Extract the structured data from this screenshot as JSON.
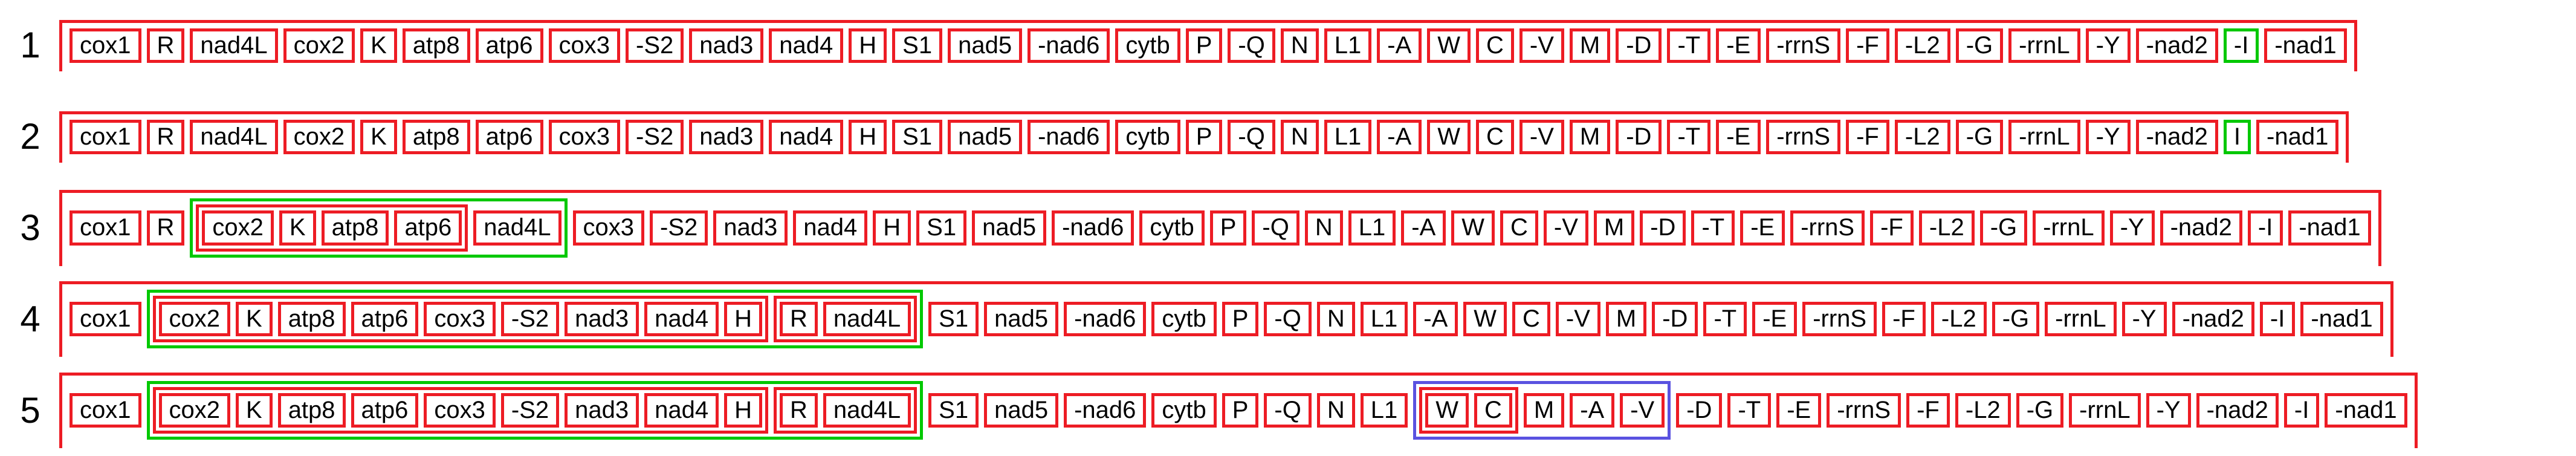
{
  "colors": {
    "gene_border_red": "#ed1c24",
    "highlight_green": "#00c800",
    "highlight_blue": "#5a52e0",
    "text": "#000000",
    "background": "#ffffff"
  },
  "figure": {
    "description_rows": 5,
    "rows": [
      {
        "label": "1",
        "genes": [
          {
            "t": "cox1"
          },
          {
            "t": "R"
          },
          {
            "t": "nad4L"
          },
          {
            "t": "cox2"
          },
          {
            "t": "K"
          },
          {
            "t": "atp8"
          },
          {
            "t": "atp6"
          },
          {
            "t": "cox3"
          },
          {
            "t": "-S2"
          },
          {
            "t": "nad3"
          },
          {
            "t": "nad4"
          },
          {
            "t": "H"
          },
          {
            "t": "S1"
          },
          {
            "t": "nad5"
          },
          {
            "t": "-nad6"
          },
          {
            "t": "cytb"
          },
          {
            "t": "P"
          },
          {
            "t": "-Q"
          },
          {
            "t": "N"
          },
          {
            "t": "L1"
          },
          {
            "t": "-A"
          },
          {
            "t": "W"
          },
          {
            "t": "C"
          },
          {
            "t": "-V"
          },
          {
            "t": "M"
          },
          {
            "t": "-D"
          },
          {
            "t": "-T"
          },
          {
            "t": "-E"
          },
          {
            "t": "-rrnS"
          },
          {
            "t": "-F"
          },
          {
            "t": "-L2"
          },
          {
            "t": "-G"
          },
          {
            "t": "-rrnL"
          },
          {
            "t": "-Y"
          },
          {
            "t": "-nad2"
          },
          {
            "t": "-I",
            "c": "green"
          },
          {
            "t": "-nad1"
          }
        ]
      },
      {
        "label": "2",
        "genes": [
          {
            "t": "cox1"
          },
          {
            "t": "R"
          },
          {
            "t": "nad4L"
          },
          {
            "t": "cox2"
          },
          {
            "t": "K"
          },
          {
            "t": "atp8"
          },
          {
            "t": "atp6"
          },
          {
            "t": "cox3"
          },
          {
            "t": "-S2"
          },
          {
            "t": "nad3"
          },
          {
            "t": "nad4"
          },
          {
            "t": "H"
          },
          {
            "t": "S1"
          },
          {
            "t": "nad5"
          },
          {
            "t": "-nad6"
          },
          {
            "t": "cytb"
          },
          {
            "t": "P"
          },
          {
            "t": "-Q"
          },
          {
            "t": "N"
          },
          {
            "t": "L1"
          },
          {
            "t": "-A"
          },
          {
            "t": "W"
          },
          {
            "t": "C"
          },
          {
            "t": "-V"
          },
          {
            "t": "M"
          },
          {
            "t": "-D"
          },
          {
            "t": "-T"
          },
          {
            "t": "-E"
          },
          {
            "t": "-rrnS"
          },
          {
            "t": "-F"
          },
          {
            "t": "-L2"
          },
          {
            "t": "-G"
          },
          {
            "t": "-rrnL"
          },
          {
            "t": "-Y"
          },
          {
            "t": "-nad2"
          },
          {
            "t": "I",
            "c": "green"
          },
          {
            "t": "-nad1"
          }
        ]
      },
      {
        "label": "3",
        "genes": [
          {
            "t": "cox1"
          },
          {
            "t": "R"
          },
          {
            "g": "green",
            "items": [
              {
                "g": "red",
                "items": [
                  {
                    "t": "cox2"
                  },
                  {
                    "t": "K"
                  },
                  {
                    "t": "atp8"
                  },
                  {
                    "t": "atp6"
                  }
                ]
              },
              {
                "t": "nad4L"
              }
            ]
          },
          {
            "t": "cox3"
          },
          {
            "t": "-S2"
          },
          {
            "t": "nad3"
          },
          {
            "t": "nad4"
          },
          {
            "t": "H"
          },
          {
            "t": "S1"
          },
          {
            "t": "nad5"
          },
          {
            "t": "-nad6"
          },
          {
            "t": "cytb"
          },
          {
            "t": "P"
          },
          {
            "t": "-Q"
          },
          {
            "t": "N"
          },
          {
            "t": "L1"
          },
          {
            "t": "-A"
          },
          {
            "t": "W"
          },
          {
            "t": "C"
          },
          {
            "t": "-V"
          },
          {
            "t": "M"
          },
          {
            "t": "-D"
          },
          {
            "t": "-T"
          },
          {
            "t": "-E"
          },
          {
            "t": "-rrnS"
          },
          {
            "t": "-F"
          },
          {
            "t": "-L2"
          },
          {
            "t": "-G"
          },
          {
            "t": "-rrnL"
          },
          {
            "t": "-Y"
          },
          {
            "t": "-nad2"
          },
          {
            "t": "-I"
          },
          {
            "t": "-nad1"
          }
        ]
      },
      {
        "label": "4",
        "genes": [
          {
            "t": "cox1"
          },
          {
            "g": "green",
            "items": [
              {
                "g": "red",
                "items": [
                  {
                    "t": "cox2"
                  },
                  {
                    "t": "K"
                  },
                  {
                    "t": "atp8"
                  },
                  {
                    "t": "atp6"
                  },
                  {
                    "t": "cox3"
                  },
                  {
                    "t": "-S2"
                  },
                  {
                    "t": "nad3"
                  },
                  {
                    "t": "nad4"
                  },
                  {
                    "t": "H"
                  }
                ]
              },
              {
                "g": "red",
                "items": [
                  {
                    "t": "R"
                  },
                  {
                    "t": "nad4L"
                  }
                ]
              }
            ]
          },
          {
            "t": "S1"
          },
          {
            "t": "nad5"
          },
          {
            "t": "-nad6"
          },
          {
            "t": "cytb"
          },
          {
            "t": "P"
          },
          {
            "t": "-Q"
          },
          {
            "t": "N"
          },
          {
            "t": "L1"
          },
          {
            "t": "-A"
          },
          {
            "t": "W"
          },
          {
            "t": "C"
          },
          {
            "t": "-V"
          },
          {
            "t": "M"
          },
          {
            "t": "-D"
          },
          {
            "t": "-T"
          },
          {
            "t": "-E"
          },
          {
            "t": "-rrnS"
          },
          {
            "t": "-F"
          },
          {
            "t": "-L2"
          },
          {
            "t": "-G"
          },
          {
            "t": "-rrnL"
          },
          {
            "t": "-Y"
          },
          {
            "t": "-nad2"
          },
          {
            "t": "-I"
          },
          {
            "t": "-nad1"
          }
        ]
      },
      {
        "label": "5",
        "genes": [
          {
            "t": "cox1"
          },
          {
            "g": "green",
            "items": [
              {
                "g": "red",
                "items": [
                  {
                    "t": "cox2"
                  },
                  {
                    "t": "K"
                  },
                  {
                    "t": "atp8"
                  },
                  {
                    "t": "atp6"
                  },
                  {
                    "t": "cox3"
                  },
                  {
                    "t": "-S2"
                  },
                  {
                    "t": "nad3"
                  },
                  {
                    "t": "nad4"
                  },
                  {
                    "t": "H"
                  }
                ]
              },
              {
                "g": "red",
                "items": [
                  {
                    "t": "R"
                  },
                  {
                    "t": "nad4L"
                  }
                ]
              }
            ]
          },
          {
            "t": "S1"
          },
          {
            "t": "nad5"
          },
          {
            "t": "-nad6"
          },
          {
            "t": "cytb"
          },
          {
            "t": "P"
          },
          {
            "t": "-Q"
          },
          {
            "t": "N"
          },
          {
            "t": "L1"
          },
          {
            "g": "blue",
            "items": [
              {
                "g": "red",
                "items": [
                  {
                    "t": "W"
                  },
                  {
                    "t": "C"
                  }
                ]
              },
              {
                "t": "M"
              },
              {
                "t": "-A"
              },
              {
                "t": "-V"
              }
            ]
          },
          {
            "t": "-D"
          },
          {
            "t": "-T"
          },
          {
            "t": "-E"
          },
          {
            "t": "-rrnS"
          },
          {
            "t": "-F"
          },
          {
            "t": "-L2"
          },
          {
            "t": "-G"
          },
          {
            "t": "-rrnL"
          },
          {
            "t": "-Y"
          },
          {
            "t": "-nad2"
          },
          {
            "t": "-I"
          },
          {
            "t": "-nad1"
          }
        ]
      }
    ]
  }
}
